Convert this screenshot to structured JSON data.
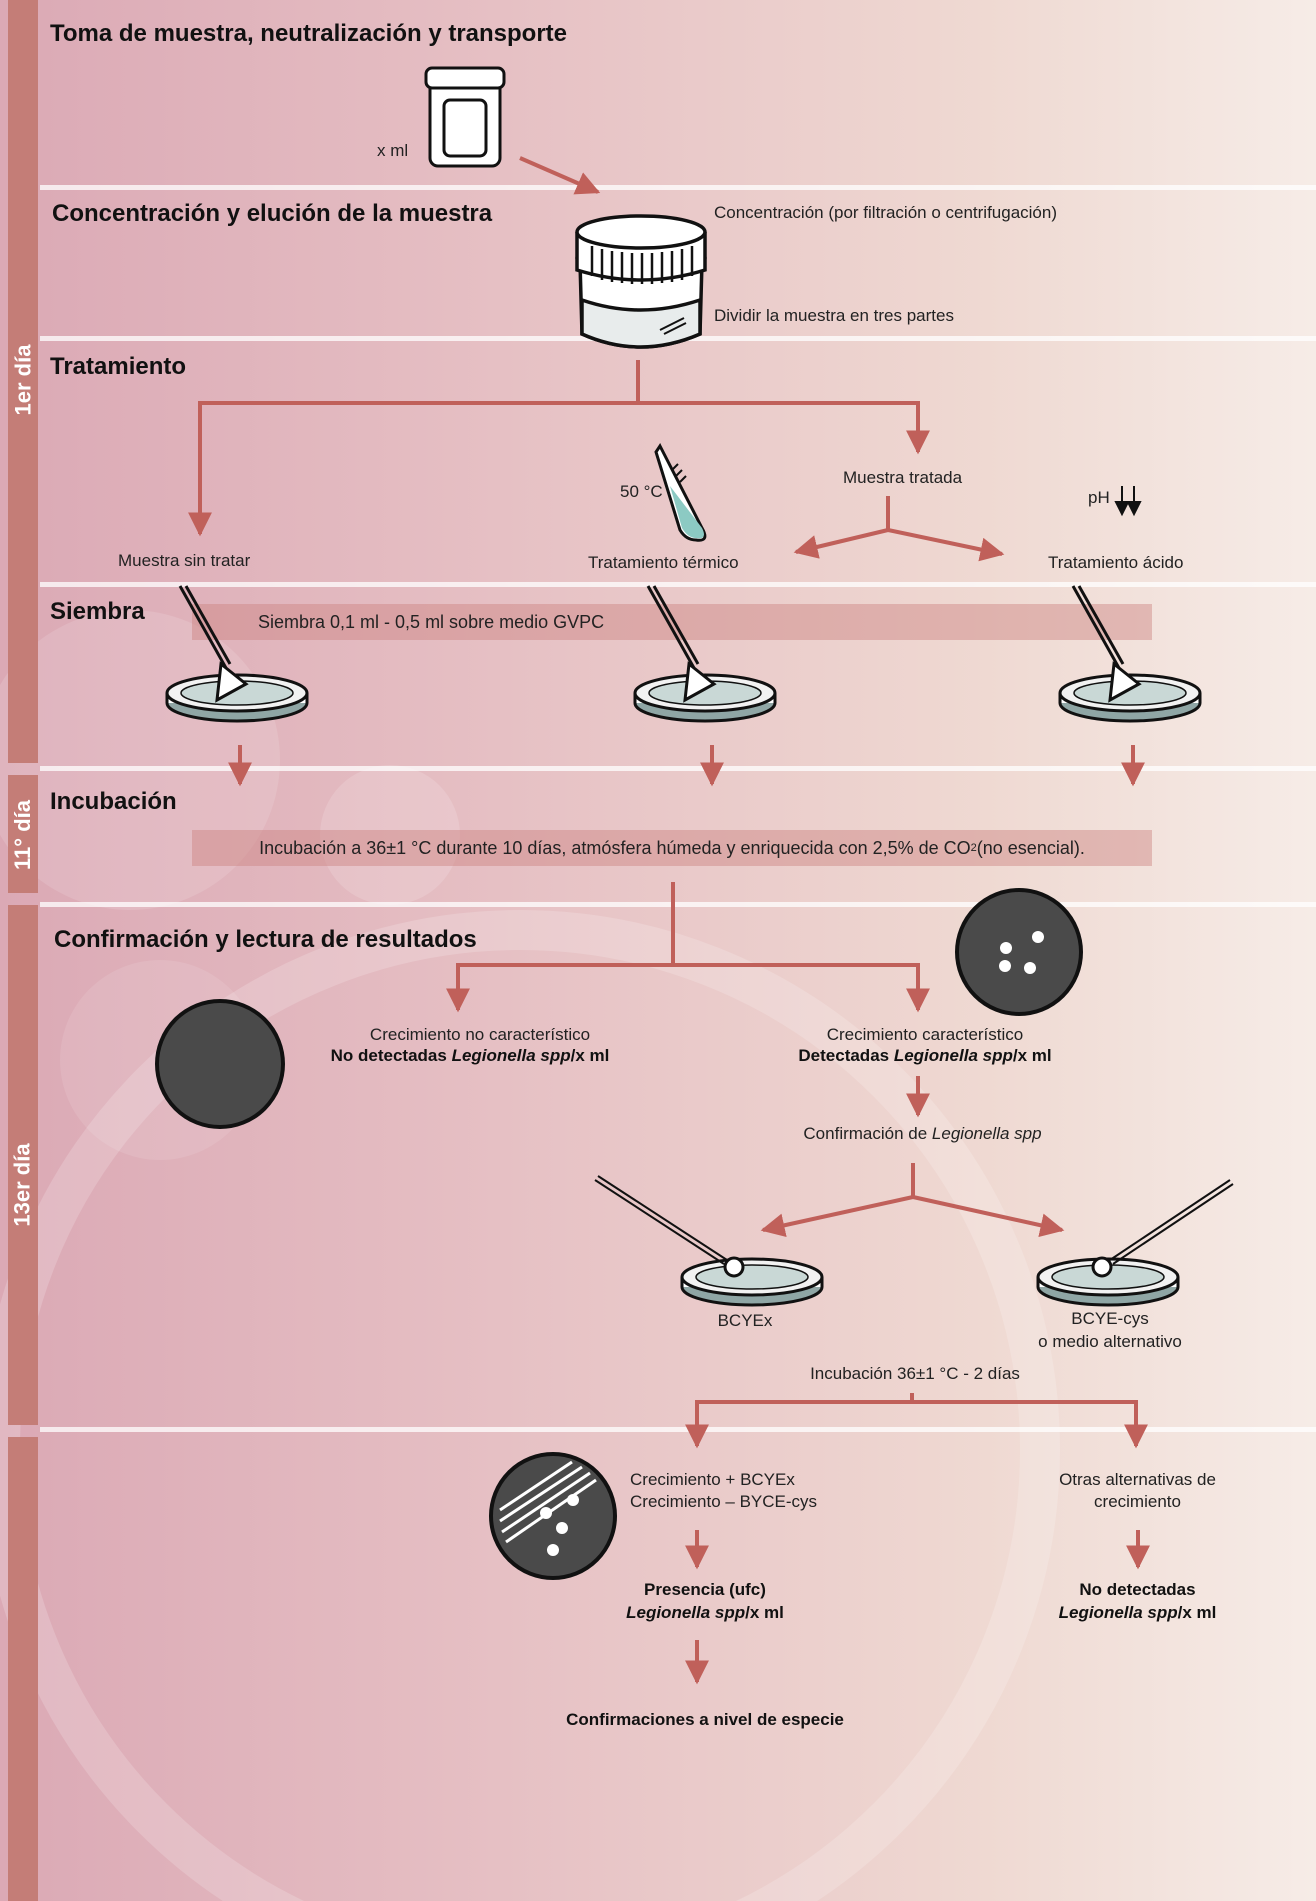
{
  "days": {
    "day1": "1er día",
    "day11": "11° día",
    "day13": "13er día"
  },
  "sections": {
    "s1": "Toma de muestra, neutralización y transporte",
    "s2": "Concentración y elución de la muestra",
    "s3": "Tratamiento",
    "s4": "Siembra",
    "s5": "Incubación",
    "s6": "Confirmación y lectura de resultados"
  },
  "labels": {
    "xml": "x ml",
    "concentracion": "Concentración (por filtración o centrifugación)",
    "dividir": "Dividir la muestra en tres partes",
    "temp50": "50 °C",
    "muestra_tratada": "Muestra tratada",
    "ph": "pH",
    "sin_tratar": "Muestra sin tratar",
    "termico": "Tratamiento térmico",
    "acido": "Tratamiento ácido",
    "siembra_bar": "Siembra 0,1 ml - 0,5 ml sobre medio GVPC",
    "incubacion_bar": "Incubación a 36±1 °C durante 10 días, atmósfera húmeda y enriquecida con 2,5% de CO",
    "incubacion_bar_sub": "2",
    "incubacion_bar_tail": " (no esencial).",
    "crec_no": "Crecimiento no característico",
    "no_det_1": "No detectadas ",
    "no_det_2": "Legionella spp",
    "no_det_3": "/x ml",
    "crec_si": "Crecimiento característico",
    "det_1": "Detectadas ",
    "det_2": "Legionella spp",
    "det_3": "/x ml",
    "confirm_1": "Confirmación de ",
    "confirm_2": "Legionella spp",
    "bcyex": "BCYEx",
    "bcyecys_1": "BCYE-cys",
    "bcyecys_2": "o medio alternativo",
    "incub2": "Incubación 36±1 °C - 2 días",
    "crec_mas": "Crecimiento + BCYEx",
    "crec_menos": "Crecimiento – BYCE-cys",
    "otras_1": "Otras alternativas de",
    "otras_2": "crecimiento",
    "presencia": "Presencia (ufc)",
    "pres_2": "Legionella spp",
    "pres_3": "/x ml",
    "nodet2_1": "No detectadas",
    "nodet2_2": "Legionella spp",
    "nodet2_3": "/x ml",
    "especie": "Confirmaciones a nivel de especie"
  },
  "colors": {
    "arrow": "#c0605a",
    "side_bar": "#c47d77",
    "plate_fill": "#4a4a4a"
  }
}
